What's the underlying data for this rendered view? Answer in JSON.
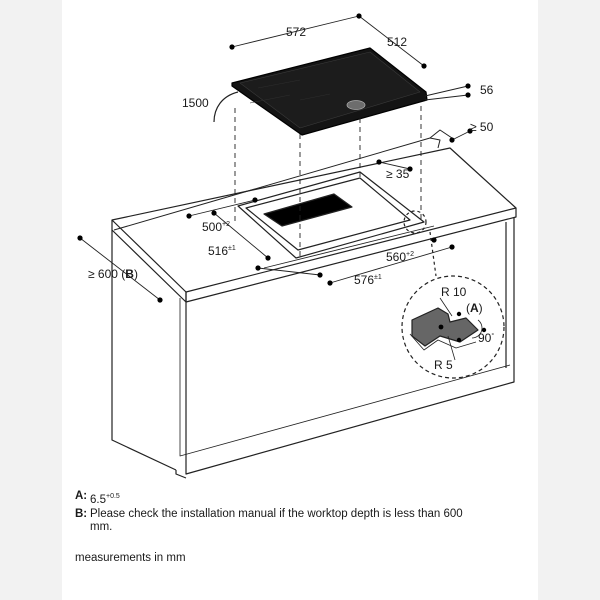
{
  "drawing": {
    "dims": {
      "hob_width": "572",
      "hob_depth": "512",
      "cable_length": "1500",
      "hob_height": "56",
      "edge_min": "≥ 50",
      "rear_min": "≥ 35",
      "cutout_depth": "500",
      "cutout_depth_tol": "+2",
      "cutout_depth_max": "516",
      "cutout_depth_max_tol": "±1",
      "cutout_width": "560",
      "cutout_width_tol": "+2",
      "cutout_width_max": "576",
      "cutout_width_max_tol": "±1",
      "worktop_depth": "≥ 600",
      "worktop_depth_ref_open": "(",
      "worktop_depth_ref": "B",
      "worktop_depth_ref_close": ")"
    },
    "detail": {
      "radius_outer": "R 10",
      "radius_inner": "R 5",
      "ref_open": "(",
      "ref": "A",
      "ref_close": ")",
      "angle": "90",
      "angle_unit": "°"
    }
  },
  "notes": [
    {
      "key": "A:",
      "text": "6.5",
      "sup": "+0.5"
    },
    {
      "key": "B:",
      "text": "Please check the installation manual if the worktop depth is less than 600 mm."
    }
  ],
  "units": "measurements in mm"
}
